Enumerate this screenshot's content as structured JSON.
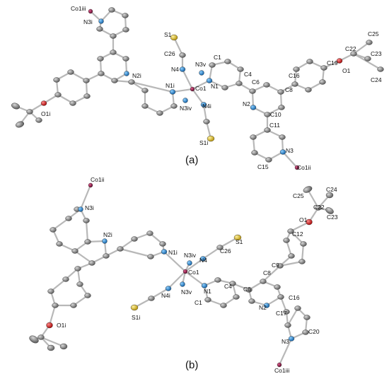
{
  "panels": [
    {
      "caption": "(a)",
      "labels": [
        "Co1iii",
        "N3i",
        "S1",
        "C1",
        "C26",
        "N3v",
        "N4",
        "N2i",
        "N1i",
        "Co1",
        "N1",
        "C4",
        "C6",
        "C8",
        "C16",
        "C19",
        "C22",
        "C25",
        "C23",
        "O1",
        "C24",
        "N2",
        "C10",
        "N3iv",
        "N4i",
        "O1i",
        "C11",
        "S1i",
        "N3",
        "C15",
        "Co1ii"
      ]
    },
    {
      "caption": "(b)",
      "labels": [
        "Co1ii",
        "N3i",
        "N2i",
        "N1i",
        "N3iv",
        "C25",
        "C24",
        "C22",
        "O1",
        "C23",
        "C12",
        "S1",
        "C26",
        "N4",
        "Co1",
        "C9",
        "C8",
        "C6",
        "N3v",
        "N1",
        "C4",
        "N2",
        "C16",
        "N4i",
        "C1",
        "C17",
        "S1i",
        "C20",
        "O1i",
        "N3",
        "Co1iii"
      ]
    }
  ],
  "colors": {
    "carbon": "#8a8a8a",
    "nitrogen": "#1e88d6",
    "sulfur": "#e8c31a",
    "oxygen": "#d81f1f",
    "cobalt": "#9a1040",
    "bond": "#b8b8b8"
  }
}
